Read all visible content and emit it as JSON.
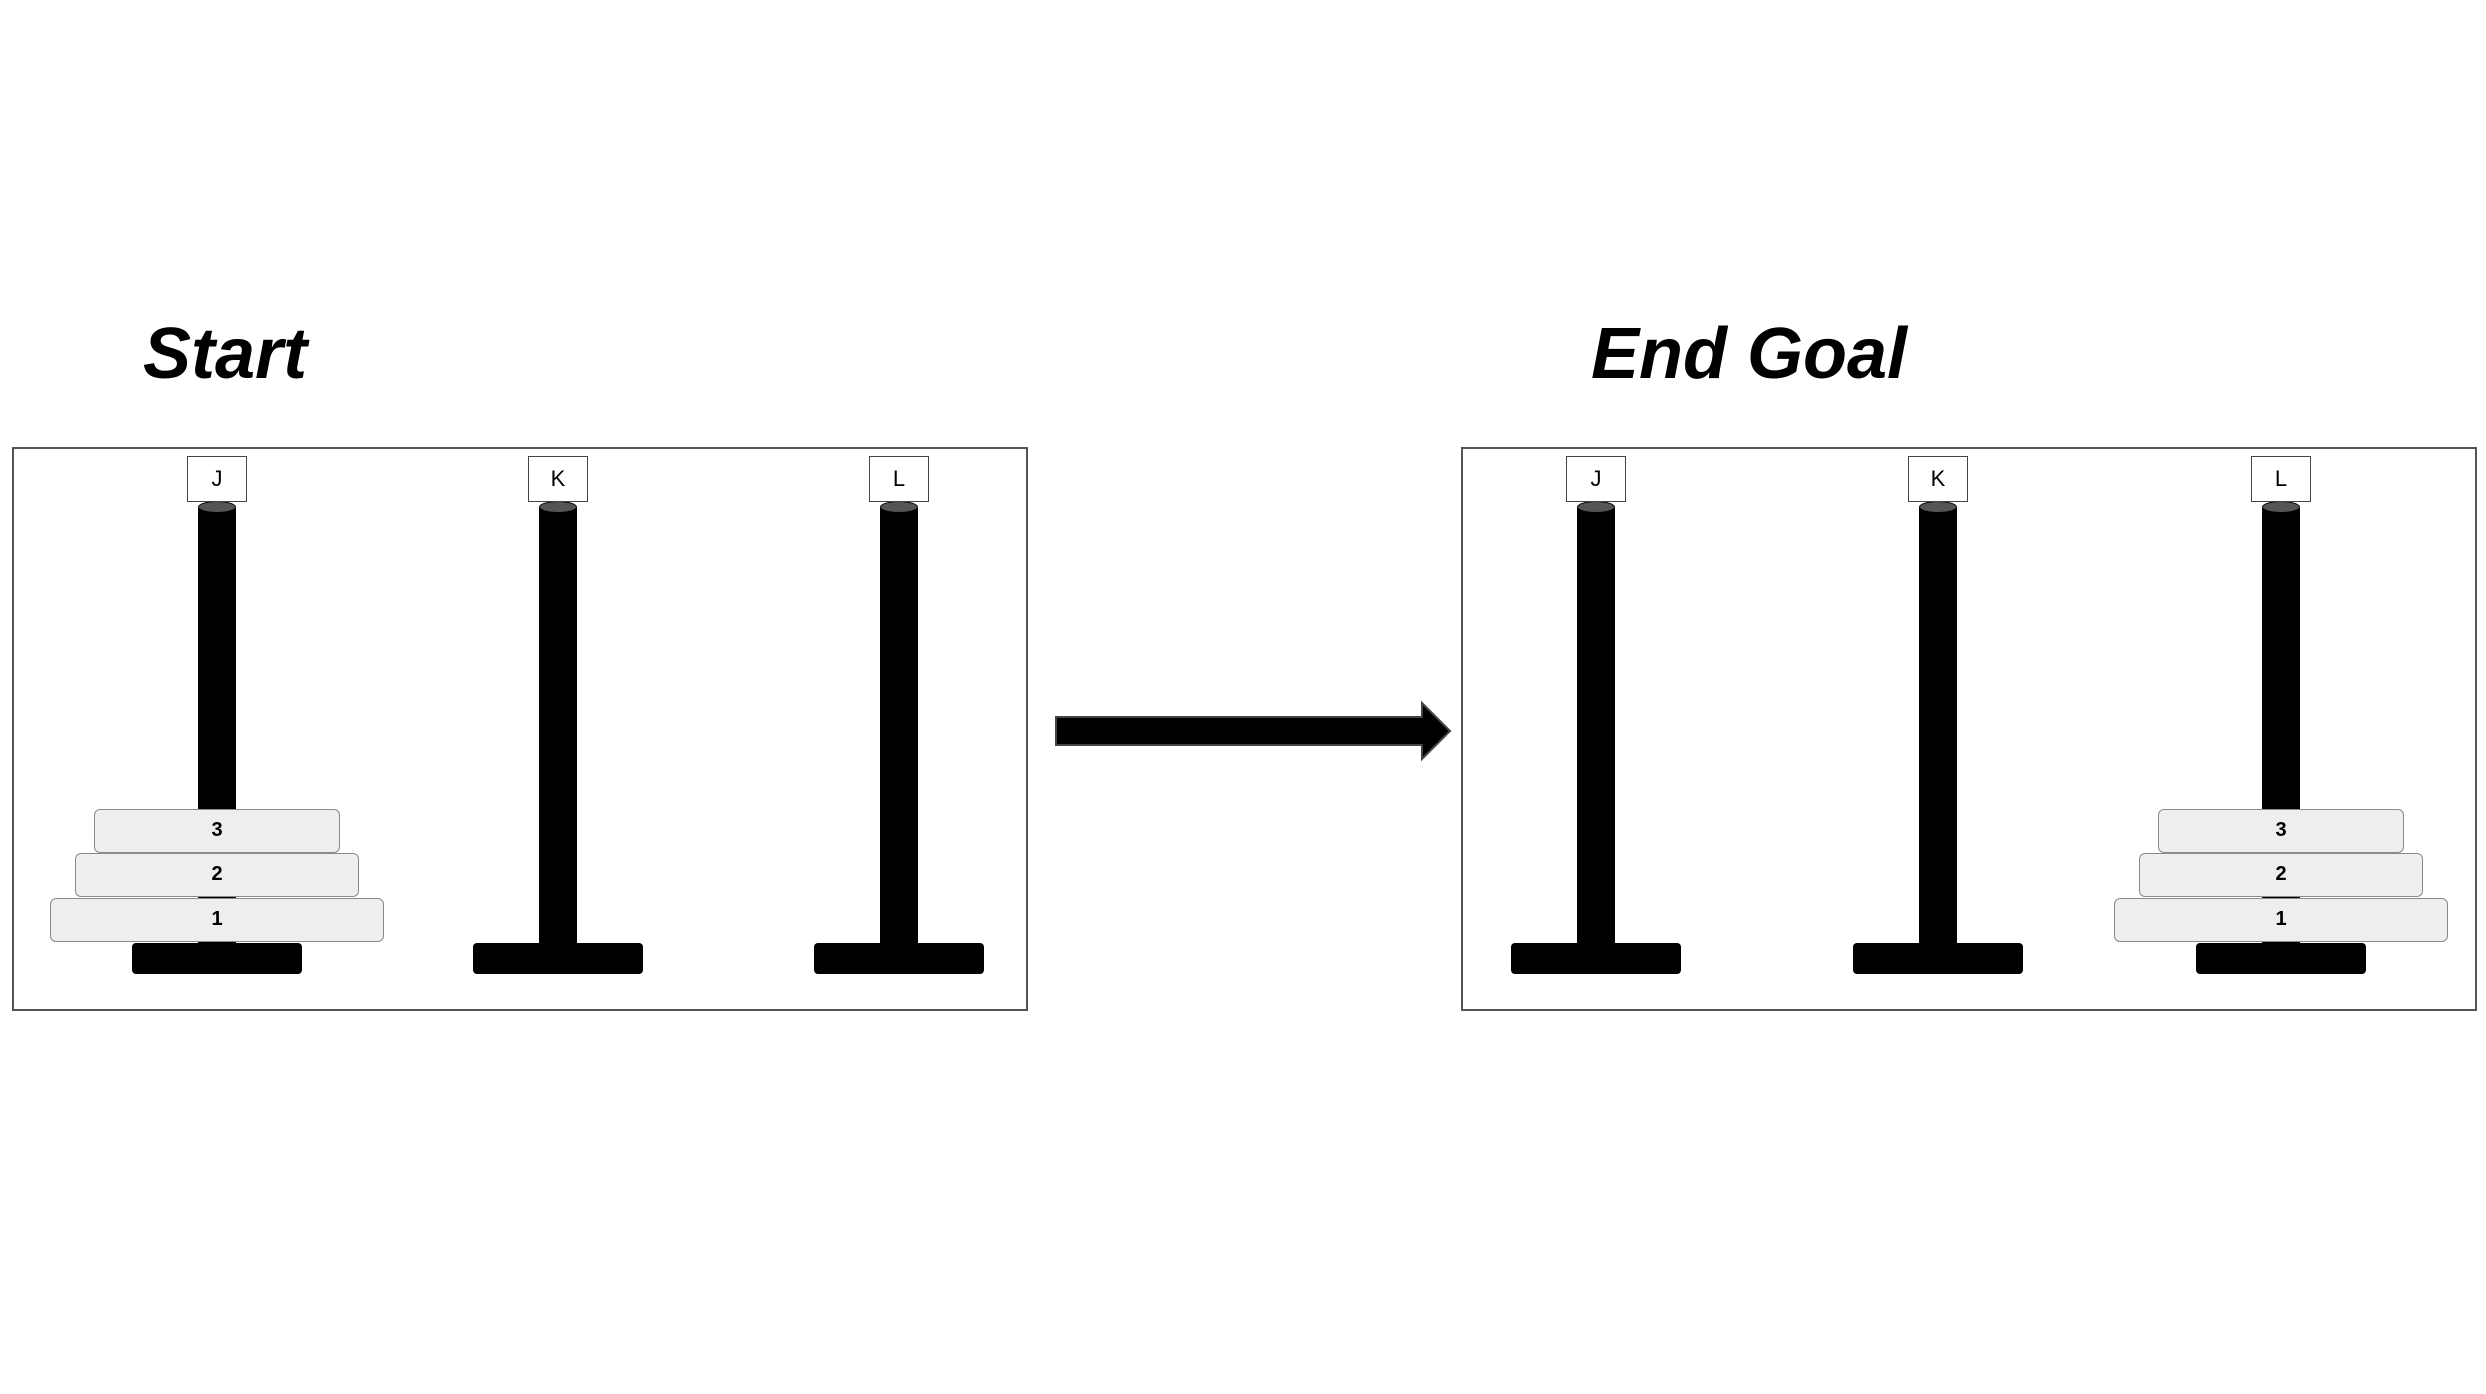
{
  "start": {
    "title": "Start",
    "pegs": [
      {
        "label": "J",
        "disks": [
          "1",
          "2",
          "3"
        ]
      },
      {
        "label": "K",
        "disks": []
      },
      {
        "label": "L",
        "disks": []
      }
    ]
  },
  "goal": {
    "title": "End Goal",
    "pegs": [
      {
        "label": "J",
        "disks": []
      },
      {
        "label": "K",
        "disks": []
      },
      {
        "label": "L",
        "disks": [
          "1",
          "2",
          "3"
        ]
      }
    ]
  },
  "colors": {
    "rod": "#000000",
    "disk_fill": "#eeeeee",
    "arrow": "#000000"
  }
}
